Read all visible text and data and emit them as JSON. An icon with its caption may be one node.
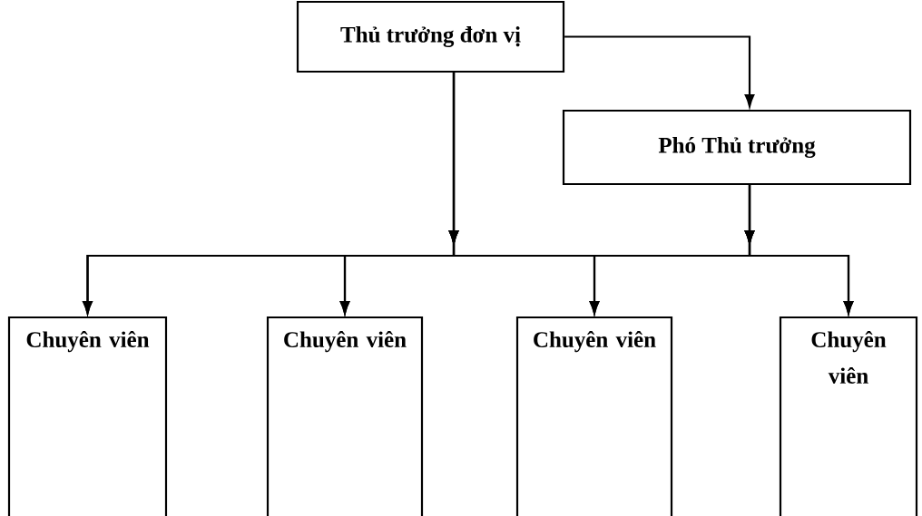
{
  "diagram": {
    "nodes": [
      {
        "text": [
          "Thủ trưởng đơn vị"
        ]
      },
      {
        "text": [
          "Phó Thủ trưởng"
        ]
      },
      {
        "text": [
          "Chuyên viên"
        ]
      },
      {
        "text": [
          "Chuyên viên"
        ]
      },
      {
        "text": [
          "Chuyên viên"
        ]
      },
      {
        "text": [
          "Chuyên viên"
        ]
      }
    ],
    "edges": [
      {
        "from": 0,
        "to": 1,
        "arrow": "to"
      },
      {
        "from": 0,
        "to": 2,
        "arrow": "to"
      },
      {
        "from": 0,
        "to": 3,
        "arrow": "to"
      },
      {
        "from": 0,
        "to": 4,
        "arrow": "to"
      },
      {
        "from": 0,
        "to": 5,
        "arrow": "to"
      },
      {
        "from": 1,
        "to": 2,
        "arrow": "to"
      },
      {
        "from": 1,
        "to": 3,
        "arrow": "to"
      },
      {
        "from": 1,
        "to": 4,
        "arrow": "to"
      },
      {
        "from": 1,
        "to": 5,
        "arrow": "to"
      }
    ]
  }
}
